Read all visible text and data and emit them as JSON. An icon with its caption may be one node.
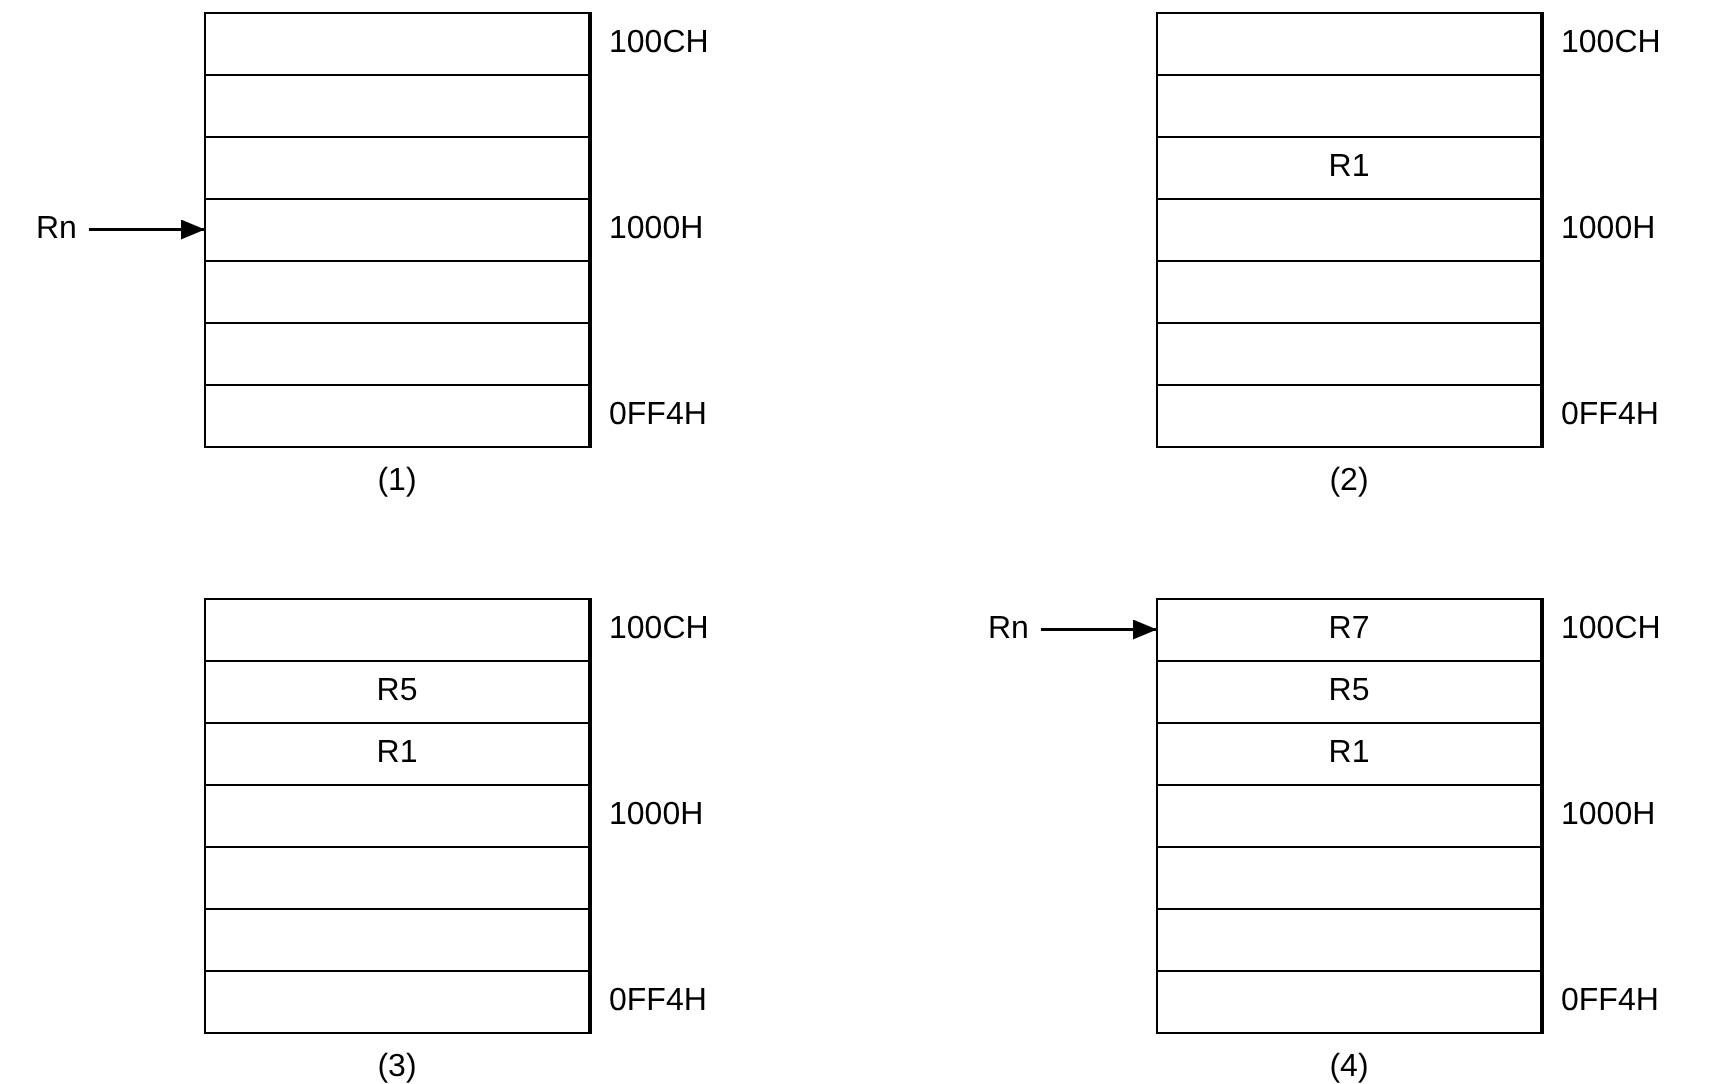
{
  "diagram": {
    "nodes": [
      {
        "text": [
          "Rn"
        ]
      },
      {
        "text": [],
        "shape": "box",
        "beside": [
          "(1)"
        ]
      },
      {
        "text": [],
        "shape": "box",
        "in": 1,
        "beside": [
          "100CH"
        ]
      },
      {
        "text": [],
        "shape": "box",
        "in": 1
      },
      {
        "text": [],
        "shape": "box",
        "in": 1
      },
      {
        "text": [],
        "shape": "box",
        "in": 1,
        "beside": [
          "1000H"
        ]
      },
      {
        "text": [],
        "shape": "box",
        "in": 1
      },
      {
        "text": [],
        "shape": "box",
        "in": 1
      },
      {
        "text": [],
        "shape": "box",
        "in": 1,
        "beside": [
          "0FF4H"
        ]
      },
      {
        "text": [],
        "shape": "box",
        "beside": [
          "(2)"
        ]
      },
      {
        "text": [],
        "shape": "box",
        "in": 9,
        "beside": [
          "100CH"
        ]
      },
      {
        "text": [],
        "shape": "box",
        "in": 9
      },
      {
        "text": [
          "R1"
        ],
        "in": 9
      },
      {
        "text": [],
        "shape": "box",
        "in": 9,
        "beside": [
          "1000H"
        ]
      },
      {
        "text": [],
        "shape": "box",
        "in": 9
      },
      {
        "text": [],
        "shape": "box",
        "in": 9
      },
      {
        "text": [],
        "shape": "box",
        "in": 9,
        "beside": [
          "0FF4H"
        ]
      },
      {
        "text": [],
        "shape": "box",
        "beside": [
          "(3)"
        ]
      },
      {
        "text": [],
        "shape": "box",
        "in": 17,
        "beside": [
          "100CH"
        ]
      },
      {
        "text": [
          "R5"
        ],
        "in": 17
      },
      {
        "text": [
          "R1"
        ],
        "in": 17
      },
      {
        "text": [],
        "shape": "box",
        "in": 17,
        "beside": [
          "1000H"
        ]
      },
      {
        "text": [],
        "shape": "box",
        "in": 17
      },
      {
        "text": [],
        "shape": "box",
        "in": 17
      },
      {
        "text": [],
        "shape": "box",
        "in": 17,
        "beside": [
          "0FF4H"
        ]
      },
      {
        "text": [
          "Rn"
        ]
      },
      {
        "text": [],
        "shape": "box",
        "beside": [
          "(4)"
        ]
      },
      {
        "text": [
          "R7"
        ],
        "in": 26,
        "beside": [
          "100CH"
        ]
      },
      {
        "text": [
          "R5"
        ],
        "in": 26
      },
      {
        "text": [
          "R1"
        ],
        "in": 26
      },
      {
        "text": [],
        "shape": "box",
        "in": 26,
        "beside": [
          "1000H"
        ]
      },
      {
        "text": [],
        "shape": "box",
        "in": 26
      },
      {
        "text": [],
        "shape": "box",
        "in": 26
      },
      {
        "text": [],
        "shape": "box",
        "in": 26,
        "beside": [
          "0FF4H"
        ]
      }
    ],
    "edges": [
      {
        "from": 0,
        "to": 5,
        "arrow": "to"
      },
      {
        "from": 25,
        "to": 27,
        "arrow": "to"
      }
    ]
  }
}
